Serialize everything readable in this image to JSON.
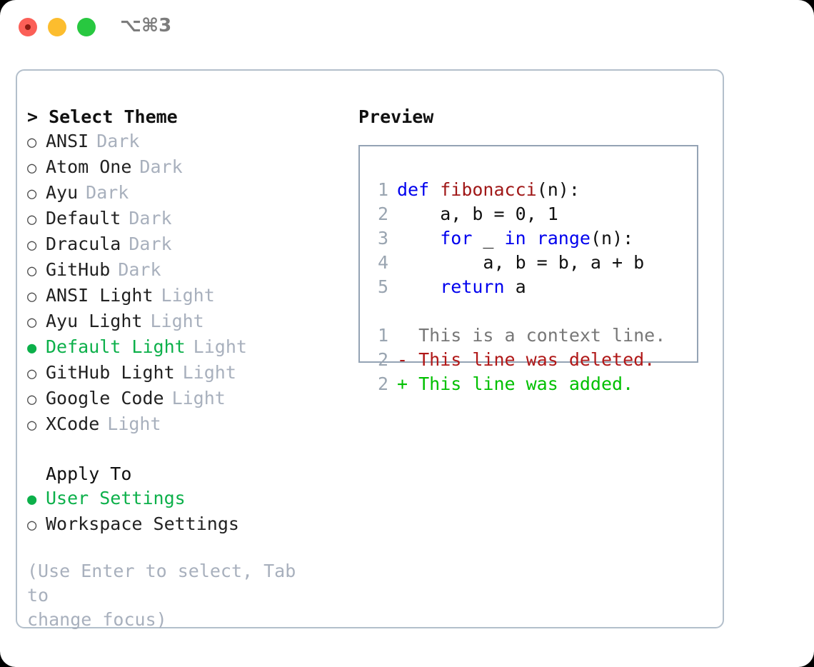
{
  "window": {
    "shortcut": "⌥⌘3",
    "traffic_lights": [
      "close-red",
      "minimize-yellow",
      "zoom-green"
    ],
    "accent_color": "#0cb04a",
    "muted_color": "#a8b0bd",
    "border_color": "#b3bfcb"
  },
  "theme_list": {
    "header": "> Select Theme",
    "marker_selected": "●",
    "marker_unselected": "○",
    "items": [
      {
        "label": "ANSI",
        "tag": "Dark",
        "selected": false
      },
      {
        "label": "Atom One",
        "tag": "Dark",
        "selected": false
      },
      {
        "label": "Ayu",
        "tag": "Dark",
        "selected": false
      },
      {
        "label": "Default",
        "tag": "Dark",
        "selected": false
      },
      {
        "label": "Dracula",
        "tag": "Dark",
        "selected": false
      },
      {
        "label": "GitHub",
        "tag": "Dark",
        "selected": false
      },
      {
        "label": "ANSI Light",
        "tag": "Light",
        "selected": false
      },
      {
        "label": "Ayu Light",
        "tag": "Light",
        "selected": false
      },
      {
        "label": "Default Light",
        "tag": "Light",
        "selected": true
      },
      {
        "label": "GitHub Light",
        "tag": "Light",
        "selected": false
      },
      {
        "label": "Google Code",
        "tag": "Light",
        "selected": false
      },
      {
        "label": "XCode",
        "tag": "Light",
        "selected": false
      }
    ]
  },
  "apply_to": {
    "header": "Apply To",
    "items": [
      {
        "label": "User Settings",
        "selected": true
      },
      {
        "label": "Workspace Settings",
        "selected": false
      }
    ]
  },
  "hint": "(Use Enter to select, Tab to\nchange focus)",
  "preview": {
    "title": "Preview",
    "code_lines": [
      {
        "num": "1",
        "tokens": [
          {
            "t": "def ",
            "c": "kw"
          },
          {
            "t": "fibonacci",
            "c": "fn"
          },
          {
            "t": "(n):",
            "c": "pl"
          }
        ]
      },
      {
        "num": "2",
        "tokens": [
          {
            "t": "    a, b = 0, 1",
            "c": "pl"
          }
        ]
      },
      {
        "num": "3",
        "tokens": [
          {
            "t": "    ",
            "c": "pl"
          },
          {
            "t": "for",
            "c": "kw"
          },
          {
            "t": " _ ",
            "c": "pl"
          },
          {
            "t": "in",
            "c": "kw"
          },
          {
            "t": " ",
            "c": "pl"
          },
          {
            "t": "range",
            "c": "kw"
          },
          {
            "t": "(n):",
            "c": "pl"
          }
        ]
      },
      {
        "num": "4",
        "tokens": [
          {
            "t": "        a, b = b, a + b",
            "c": "pl"
          }
        ]
      },
      {
        "num": "5",
        "tokens": [
          {
            "t": "    ",
            "c": "pl"
          },
          {
            "t": "return",
            "c": "kw"
          },
          {
            "t": " a",
            "c": "pl"
          }
        ]
      }
    ],
    "diff_lines": [
      {
        "num": "1",
        "text": "  This is a context line.",
        "kind": "ctx"
      },
      {
        "num": "2",
        "text": "- This line was deleted.",
        "kind": "del"
      },
      {
        "num": "2",
        "text": "+ This line was added.",
        "kind": "add"
      }
    ]
  }
}
